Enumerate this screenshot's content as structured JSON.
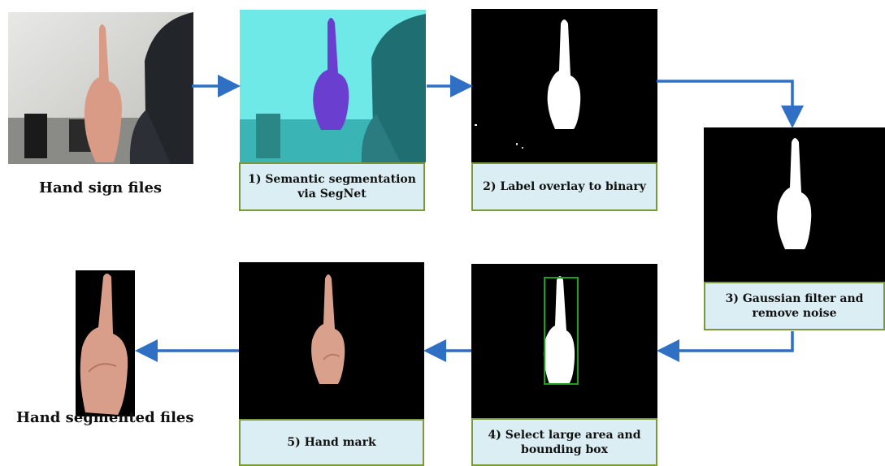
{
  "input_label": "Hand sign files",
  "output_label": "Hand segmented files",
  "steps": [
    {
      "label": "1) Semantic segmentation via SegNet"
    },
    {
      "label": "2) Label overlay to binary"
    },
    {
      "label": "3) Gaussian filter and remove noise"
    },
    {
      "label": "4) Select large area and bounding box"
    },
    {
      "label": "5) Hand mark"
    }
  ],
  "colors": {
    "arrow": "#2f6fc4",
    "caption_fill": "#dbeef4",
    "caption_border": "#7a9a3a",
    "overlay_cyan": "#5ce6e6",
    "overlay_purple": "#6a3fd0",
    "bounding_box": "#1aa01a"
  }
}
